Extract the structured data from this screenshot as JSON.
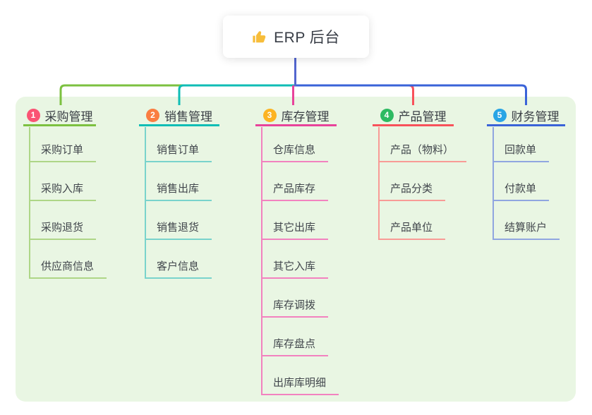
{
  "root": {
    "title": "ERP 后台",
    "icon": "thumbs-up-icon"
  },
  "canvas": {
    "background": "#ffffff",
    "panel_color": "#e9f6e3",
    "stem_color": "#5366cf",
    "icon_color": "#f7bd3a"
  },
  "branches": [
    {
      "badge": "1",
      "label": "采购管理",
      "badge_color": "#fa5374",
      "line_color": "#7cc140",
      "child_line_color": "#aed687",
      "children": [
        "采购订单",
        "采购入库",
        "采购退货",
        "供应商信息"
      ]
    },
    {
      "badge": "2",
      "label": "销售管理",
      "badge_color": "#fa7d41",
      "line_color": "#0fbdb5",
      "child_line_color": "#79d3cc",
      "children": [
        "销售订单",
        "销售出库",
        "销售退货",
        "客户信息"
      ]
    },
    {
      "badge": "3",
      "label": "库存管理",
      "badge_color": "#fcb423",
      "line_color": "#e8439b",
      "child_line_color": "#f282bf",
      "children": [
        "仓库信息",
        "产品库存",
        "其它出库",
        "其它入库",
        "库存调拨",
        "库存盘点",
        "出库库明细"
      ]
    },
    {
      "badge": "4",
      "label": "产品管理",
      "badge_color": "#2eba62",
      "line_color": "#f8525b",
      "child_line_color": "#f89b96",
      "children": [
        "产品（物料）",
        "产品分类",
        "产品单位"
      ]
    },
    {
      "badge": "5",
      "label": "财务管理",
      "badge_color": "#28a5e5",
      "line_color": "#3a63d8",
      "child_line_color": "#90a6e0",
      "children": [
        "回款单",
        "付款单",
        "结算账户"
      ]
    }
  ]
}
